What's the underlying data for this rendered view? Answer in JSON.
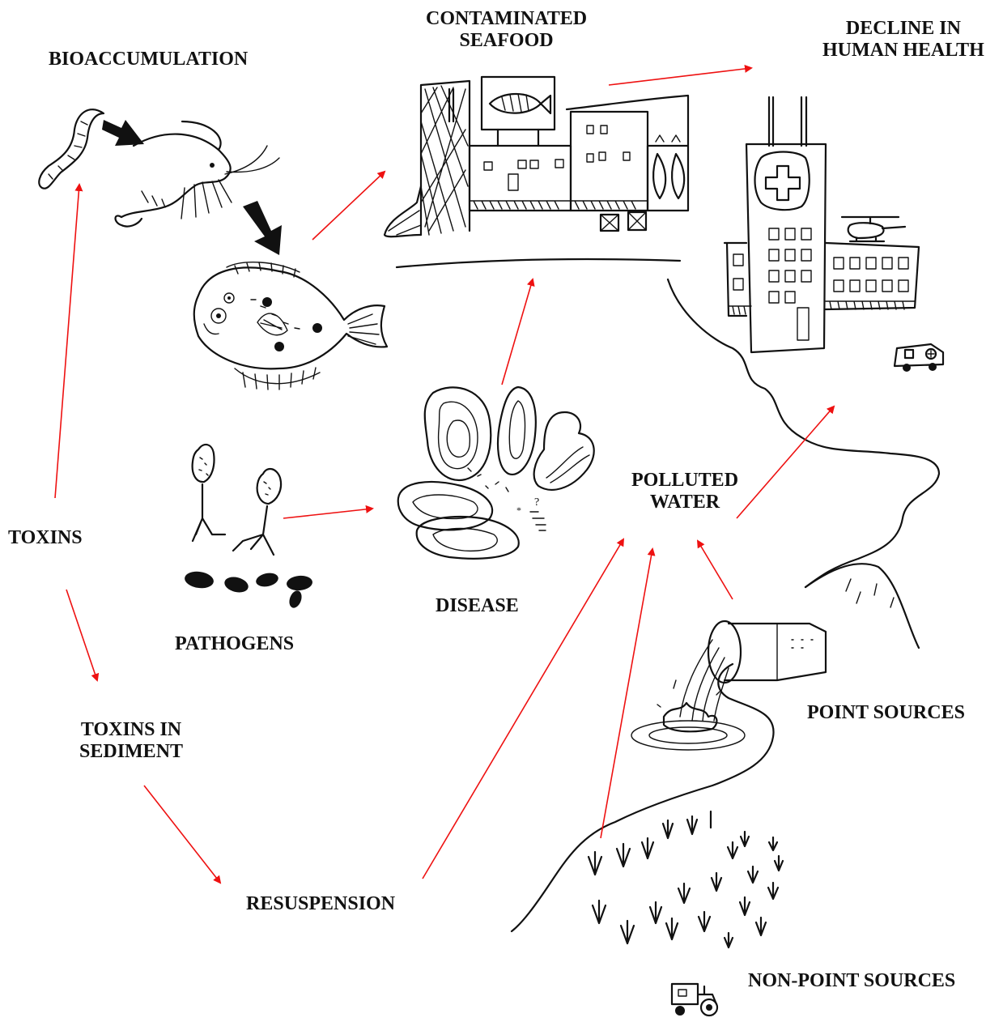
{
  "labels": {
    "bioaccumulation": "BIOACCUMULATION",
    "contaminated_line1": "CONTAMINATED",
    "contaminated_line2": "SEAFOOD",
    "decline_line1": "DECLINE IN",
    "decline_line2": "HUMAN HEALTH",
    "toxins": "TOXINS",
    "pathogens": "PATHOGENS",
    "disease": "DISEASE",
    "polluted_line1": "POLLUTED",
    "polluted_line2": "WATER",
    "point_sources": "POINT SOURCES",
    "toxins_sediment_line1": "TOXINS IN",
    "toxins_sediment_line2": "SEDIMENT",
    "resuspension": "RESUSPENSION",
    "non_point_sources": "NON-POINT SOURCES"
  },
  "colors": {
    "arrow": "#ee1111",
    "ink": "#111111",
    "background": "#ffffff"
  },
  "icons": [
    "worm-icon",
    "shrimp-icon",
    "flounder-fish-icon",
    "fish-market-icon",
    "hospital-icon",
    "helicopter-icon",
    "ambulance-icon",
    "oysters-icon",
    "virus-pathogen-icon",
    "bacteria-icon",
    "drain-pipe-icon",
    "crop-field-icon",
    "tractor-icon",
    "river-icon"
  ]
}
